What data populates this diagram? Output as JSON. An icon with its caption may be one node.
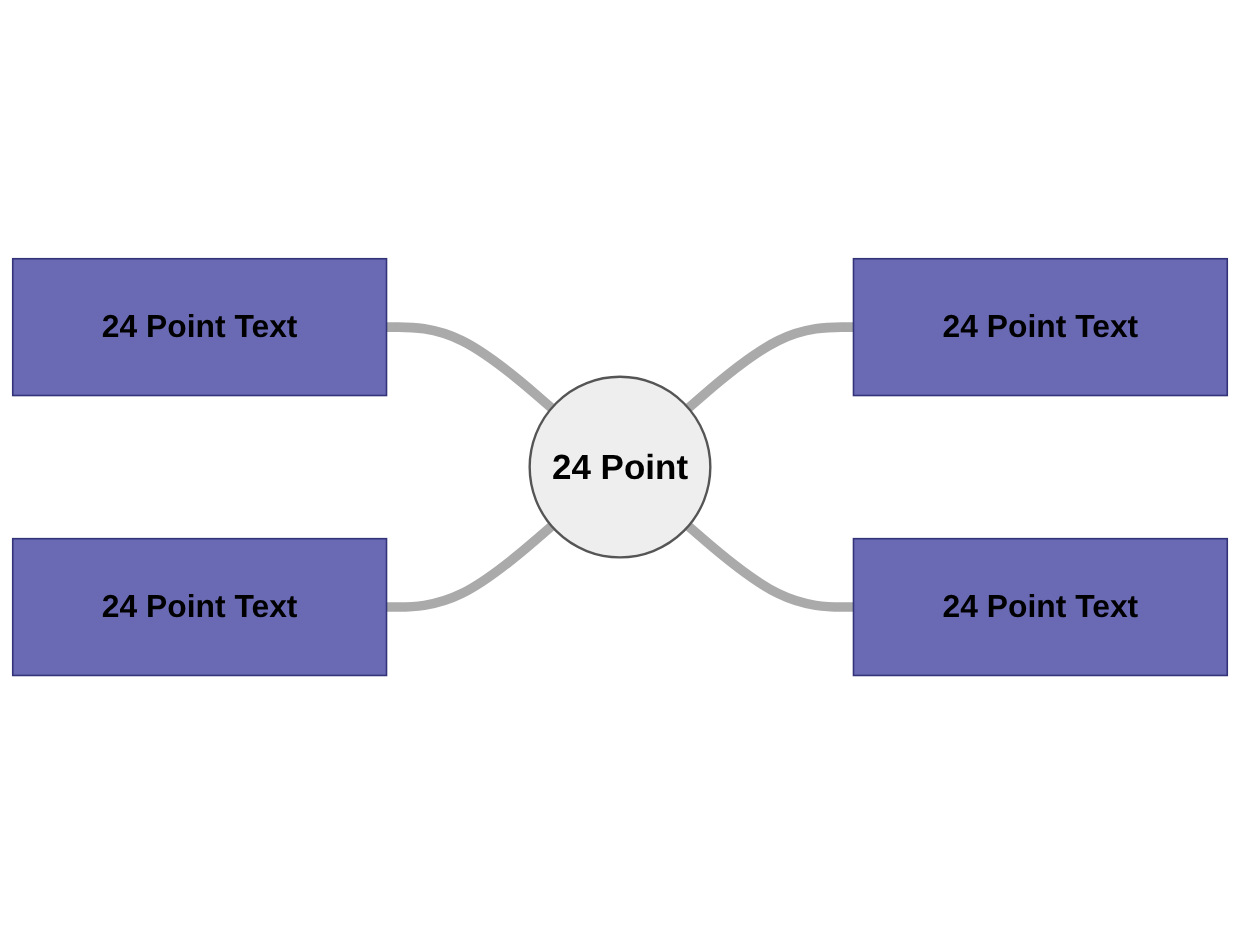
{
  "diagram": {
    "nodes": [
      {
        "text": [
          "24 Point Text"
        ]
      },
      {
        "text": [
          "24 Point Text"
        ]
      },
      {
        "text": [
          "24 Point"
        ]
      },
      {
        "text": [
          "24 Point Text"
        ]
      },
      {
        "text": [
          "24 Point Text"
        ]
      }
    ],
    "edges": [
      {
        "from": 0,
        "to": 2,
        "arrow": "none"
      },
      {
        "from": 2,
        "to": 1,
        "arrow": "none"
      },
      {
        "from": 3,
        "to": 2,
        "arrow": "none"
      },
      {
        "from": 2,
        "to": 4,
        "arrow": "none"
      }
    ]
  }
}
